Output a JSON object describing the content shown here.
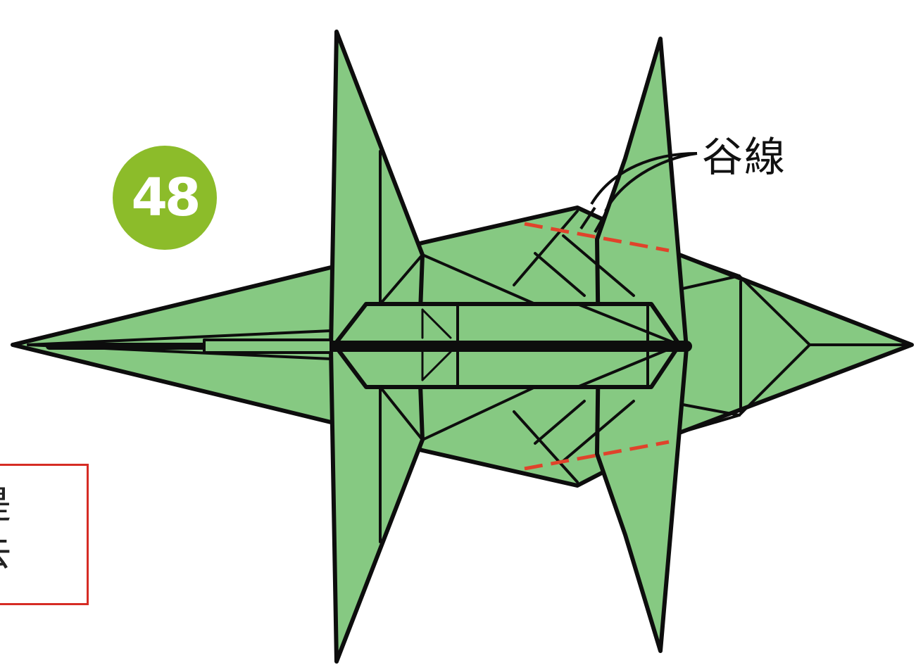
{
  "step_number": "48",
  "callout_label": "谷線",
  "note_lines": [
    "是",
    "去"
  ],
  "colors": {
    "paper": "#86c982",
    "outline": "#0d0d0d",
    "badge": "#8cbc2a",
    "valley_fold": "#e0432b",
    "note_border": "#d62c24"
  }
}
